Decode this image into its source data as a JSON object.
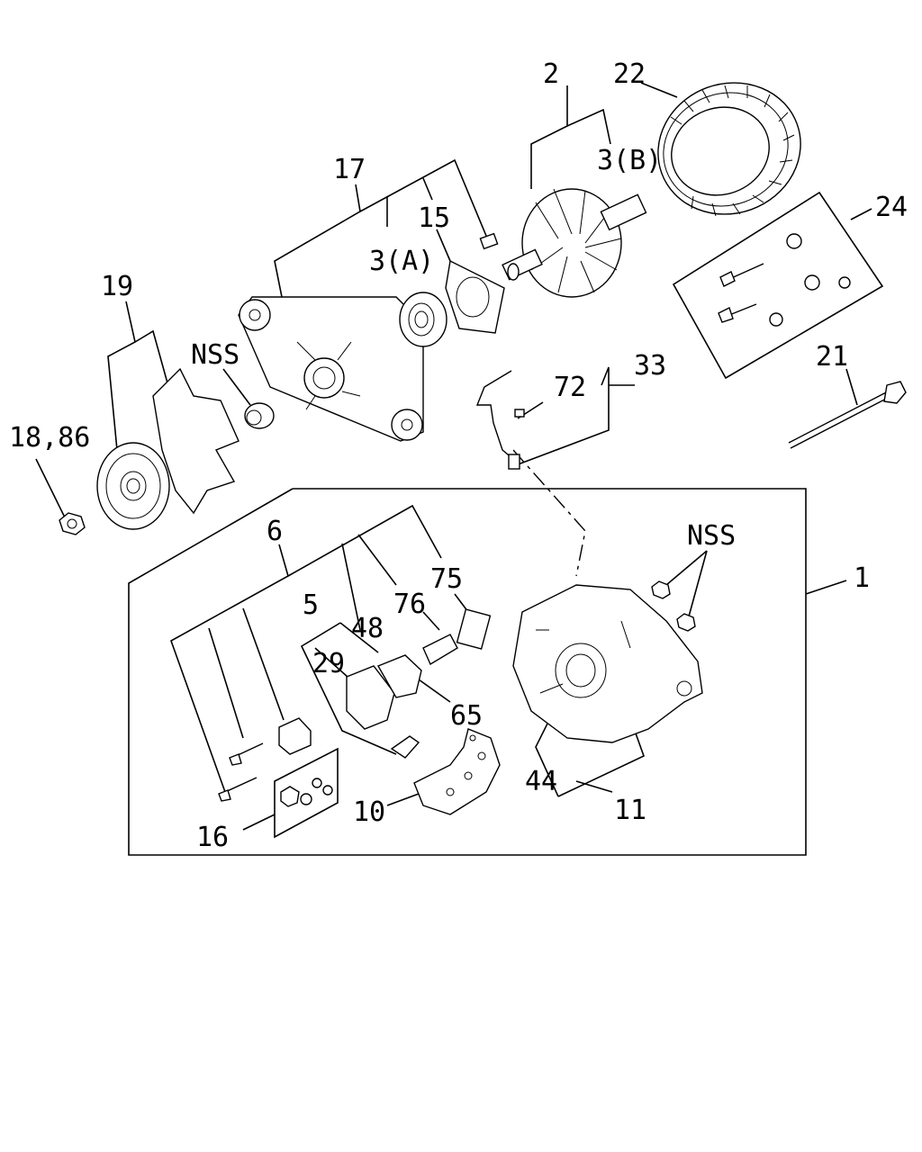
{
  "callouts": {
    "c2": "2",
    "c22": "22",
    "c3b": "3(B)",
    "c17": "17",
    "c15": "15",
    "c3a": "3(A)",
    "c24": "24",
    "c19": "19",
    "c_nss_top": "NSS",
    "c72": "72",
    "c33": "33",
    "c21": "21",
    "c18_86": "18,86",
    "c6": "6",
    "c_nss_right": "NSS",
    "c75": "75",
    "c1": "1",
    "c5": "5",
    "c76": "76",
    "c48": "48",
    "c29": "29",
    "c65": "65",
    "c44": "44",
    "c11": "11",
    "c10": "10",
    "c16": "16"
  }
}
